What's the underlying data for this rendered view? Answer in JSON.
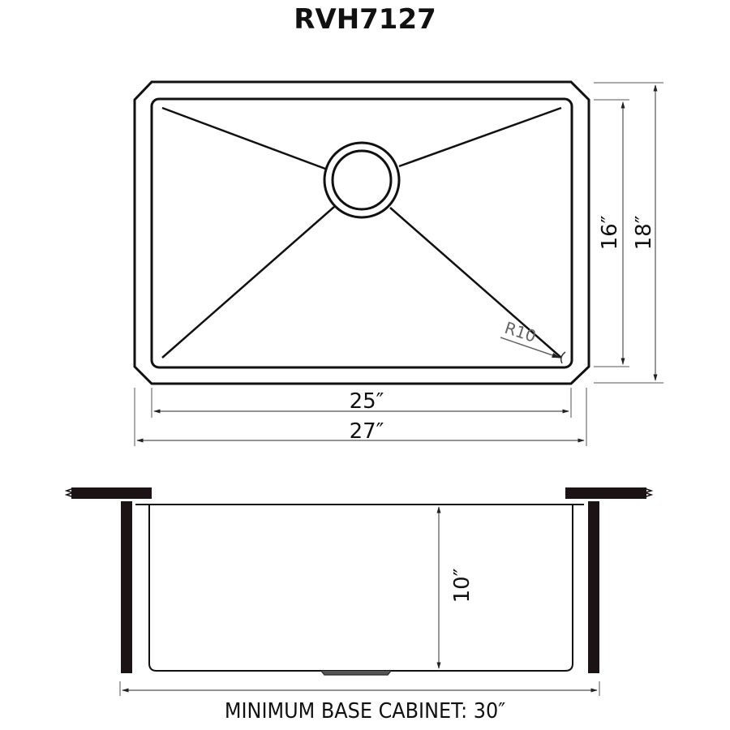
{
  "title": "RVH7127",
  "top_view": {
    "inner_width": "25″",
    "outer_width": "27″",
    "inner_depth": "16″",
    "outer_depth": "18″",
    "corner_radius": "R10"
  },
  "side_view": {
    "bowl_depth": "10″"
  },
  "footer": {
    "min_cabinet": "MINIMUM BASE CABINET: 30″"
  },
  "colors": {
    "line": "#111111",
    "dim_line": "#555555",
    "background": "#ffffff"
  }
}
